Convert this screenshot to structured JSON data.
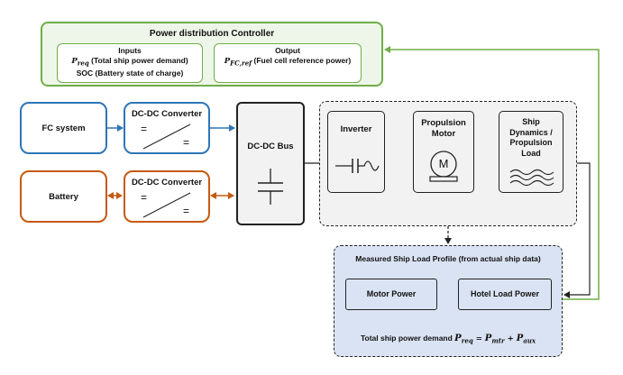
{
  "controller": {
    "title": "Power distribution Controller",
    "inputs": {
      "heading": "Inputs",
      "preq_symbol": "P",
      "preq_sub": "req",
      "preq_desc": " (Total ship power demand)",
      "soc": "SOC (Battery state of charge)"
    },
    "output": {
      "heading": "Output",
      "pfc_symbol": "P",
      "pfc_sub": "FC,ref",
      "pfc_desc": " (Fuel cell reference power)"
    }
  },
  "sources": {
    "fc_system": "FC system",
    "battery": "Battery"
  },
  "converters": {
    "top_title": "DC-DC Converter",
    "bottom_title": "DC-DC Converter",
    "eq_symbol": "="
  },
  "bus": {
    "title": "DC-DC Bus"
  },
  "drive": {
    "inverter": "Inverter",
    "motor_line1": "Propulsion",
    "motor_line2": "Motor",
    "motor_symbol": "M",
    "ship_line1": "Ship",
    "ship_line2": "Dynamics /",
    "ship_line3": "Propulsion",
    "ship_line4": "Load"
  },
  "load_profile": {
    "title": "Measured Ship Load Profile (from actual ship data)",
    "motor_power": "Motor Power",
    "hotel_load": "Hotel Load Power",
    "total_text": "Total ship power demand ",
    "eq_p": "P",
    "eq_req": "req",
    "eq_equals": " = ",
    "eq_mtr": "mtr",
    "eq_plus": " + ",
    "eq_aux": "aux"
  },
  "colors": {
    "green": "#70ad47",
    "blue": "#2e75b6",
    "orange": "#c55a11",
    "gray_fill": "#f2f2f2",
    "load_fill": "#dae3f3"
  }
}
